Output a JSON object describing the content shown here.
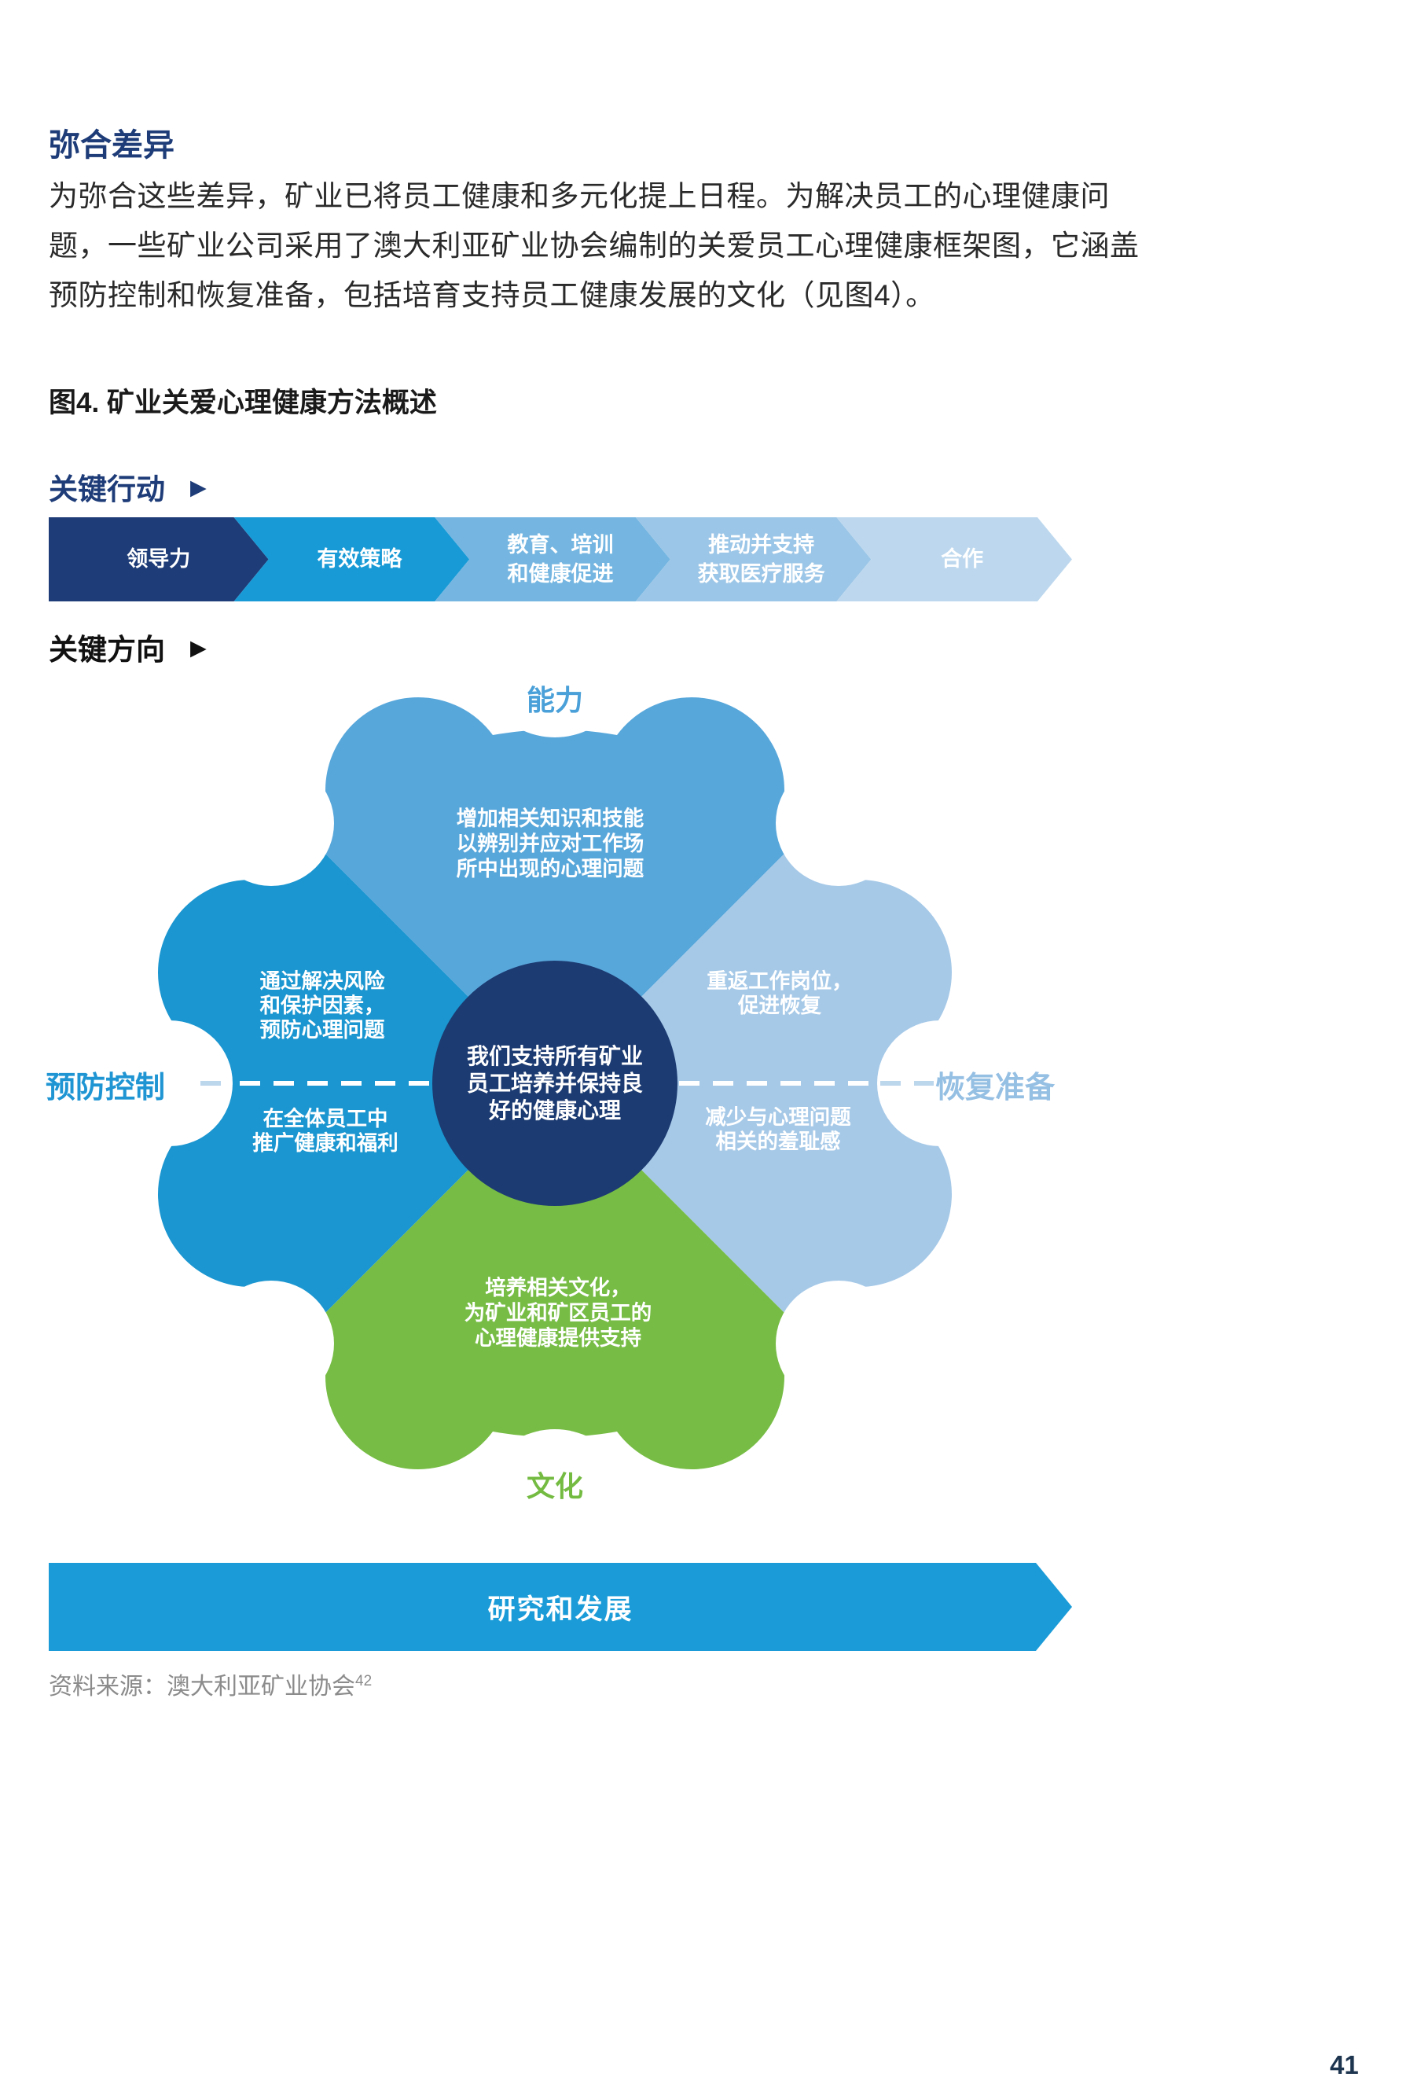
{
  "page": {
    "section_heading": "弥合差异",
    "paragraph": "为弥合这些差异，矿业已将员工健康和多元化提上日程。为解决员工的心理健康问题，一些矿业公司采用了澳大利亚矿业协会编制的关爱员工心理健康框架图，它涵盖预防控制和恢复准备，包括培育支持员工健康发展的文化（见图4）。",
    "source_prefix": "资料来源：澳大利亚矿业协会",
    "source_superscript": "42",
    "page_number": "41"
  },
  "figure": {
    "title": "图4. 矿业关爱心理健康方法概述",
    "key_actions_label": "关键行动",
    "key_directions_label": "关键方向",
    "arrow_glyph": "▶",
    "actions": [
      {
        "label": "领导力",
        "color": "#1e3c78"
      },
      {
        "label": "有效策略",
        "color": "#189ad6"
      },
      {
        "label": "教育、培训\n和健康促进",
        "color": "#74b6e1"
      },
      {
        "label": "推动并支持\n获取医疗服务",
        "color": "#9cc6e7"
      },
      {
        "label": "合作",
        "color": "#bdd8ee"
      }
    ],
    "gear": {
      "center_text": "我们支持所有矿业\n员工培养并保持良\n好的健康心理",
      "center_color": "#1c3b72",
      "dash_color_inside": "#ffffff",
      "dash_color_outside": "#bcd6ec",
      "quadrants": {
        "top": {
          "label": "能力",
          "label_color": "#4aa0d8",
          "color": "#58a7db",
          "text": "增加相关知识和技能\n以辨别并应对工作场\n所中出现的心理问题"
        },
        "left": {
          "label": "预防控制",
          "label_color": "#1f95d3",
          "color": "#1b96d0",
          "text_upper": "通过解决风险\n和保护因素，\n预防心理问题",
          "text_lower": "在全体员工中\n推广健康和福利"
        },
        "right": {
          "label": "恢复准备",
          "label_color": "#95bfe3",
          "color": "#a6c9e8",
          "text_upper": "重返工作岗位，\n促进恢复",
          "text_lower": "减少与心理问题\n相关的羞耻感"
        },
        "bottom": {
          "label": "文化",
          "label_color": "#74bb42",
          "color": "#77bd45",
          "text": "培养相关文化，\n为矿业和矿区员工的\n心理健康提供支持"
        }
      }
    },
    "banner": {
      "label": "研究和发展",
      "color": "#1b9cd8"
    }
  }
}
